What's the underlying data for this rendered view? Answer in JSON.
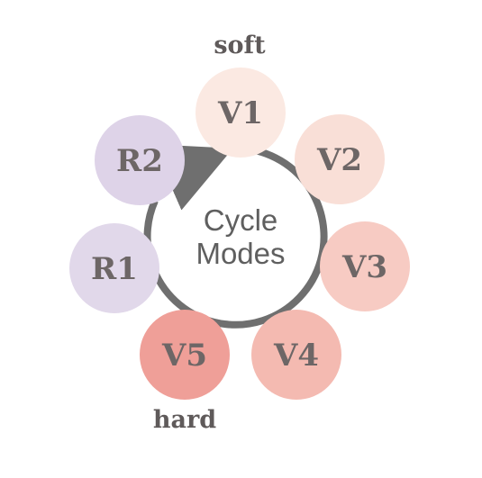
{
  "center": {
    "line1": "Cycle",
    "line2": "Modes"
  },
  "labels": {
    "top": "soft",
    "bottom": "hard"
  },
  "colors": {
    "ring": "#6f6f6f",
    "text": "#6d6666"
  },
  "nodes": [
    {
      "id": "v1",
      "label": "V1",
      "color": "#fbe9e2"
    },
    {
      "id": "v2",
      "label": "V2",
      "color": "#f9dfd7"
    },
    {
      "id": "v3",
      "label": "V3",
      "color": "#f7cbc3"
    },
    {
      "id": "v4",
      "label": "V4",
      "color": "#f4bab1"
    },
    {
      "id": "v5",
      "label": "V5",
      "color": "#ef9f98"
    },
    {
      "id": "r1",
      "label": "R1",
      "color": "#e1d8ea"
    },
    {
      "id": "r2",
      "label": "R2",
      "color": "#ded3e8"
    }
  ]
}
